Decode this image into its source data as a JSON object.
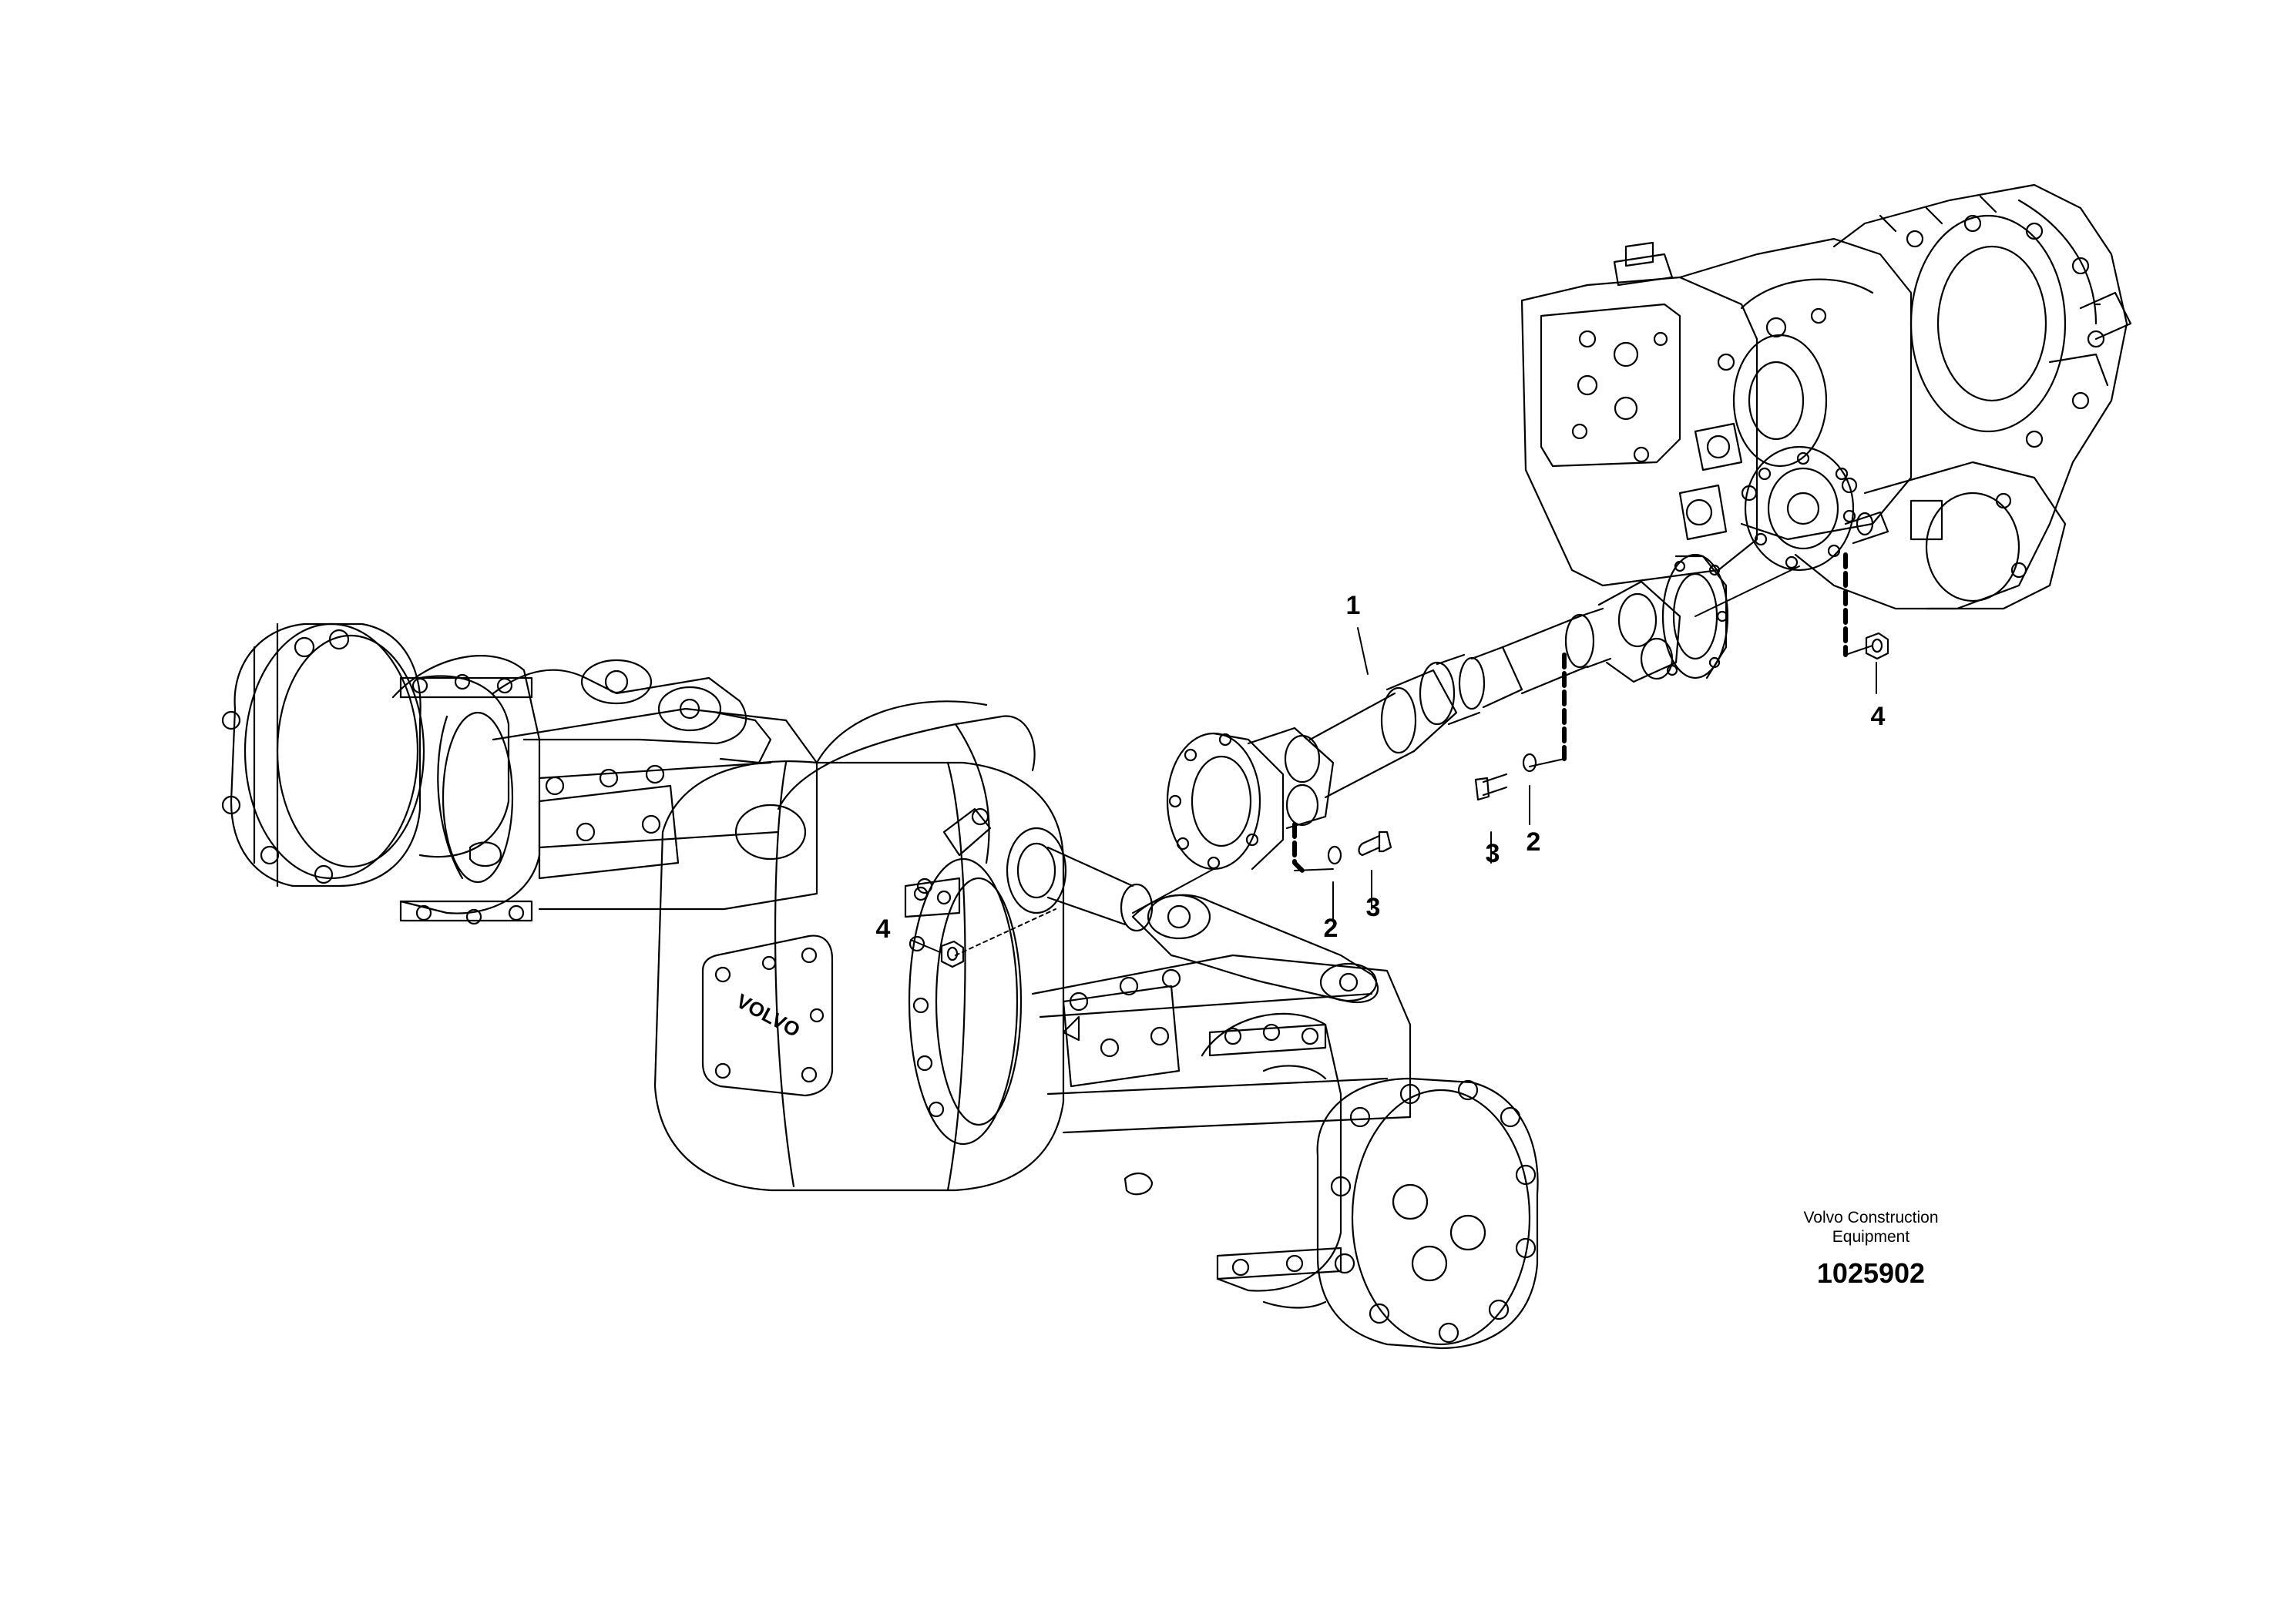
{
  "callouts": [
    {
      "id": "c1",
      "label": "1"
    },
    {
      "id": "c2a",
      "label": "2"
    },
    {
      "id": "c3a",
      "label": "3"
    },
    {
      "id": "c3b",
      "label": "3"
    },
    {
      "id": "c2b",
      "label": "2"
    },
    {
      "id": "c4a",
      "label": "4"
    },
    {
      "id": "c4b",
      "label": "4"
    }
  ],
  "casting_text": "VOLVO",
  "brand": {
    "line1": "Volvo Construction",
    "line2": "Equipment",
    "number": "1025902"
  }
}
